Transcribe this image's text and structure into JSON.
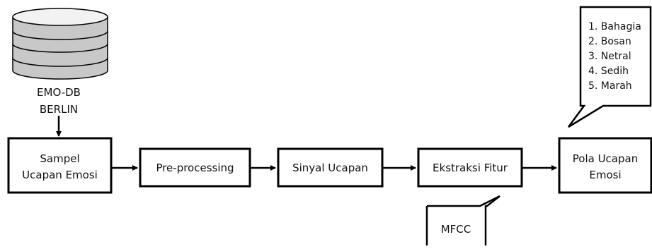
{
  "database": {
    "label_line1": "EMO-DB",
    "label_line2": "BERLIN",
    "icon": "database-icon"
  },
  "nodes": {
    "sampel": {
      "line1": "Sampel",
      "line2": "Ucapan Emosi"
    },
    "preprocessing": {
      "label": "Pre-processing"
    },
    "sinyal": {
      "label": "Sinyal Ucapan"
    },
    "ekstraksi": {
      "label": "Ekstraksi Fitur"
    },
    "pola": {
      "line1": "Pola Ucapan",
      "line2": "Emosi"
    }
  },
  "callouts": {
    "emotions": [
      "1. Bahagia",
      "2. Bosan",
      "3. Netral",
      "4. Sedih",
      "5. Marah"
    ],
    "mfcc": "MFCC"
  }
}
